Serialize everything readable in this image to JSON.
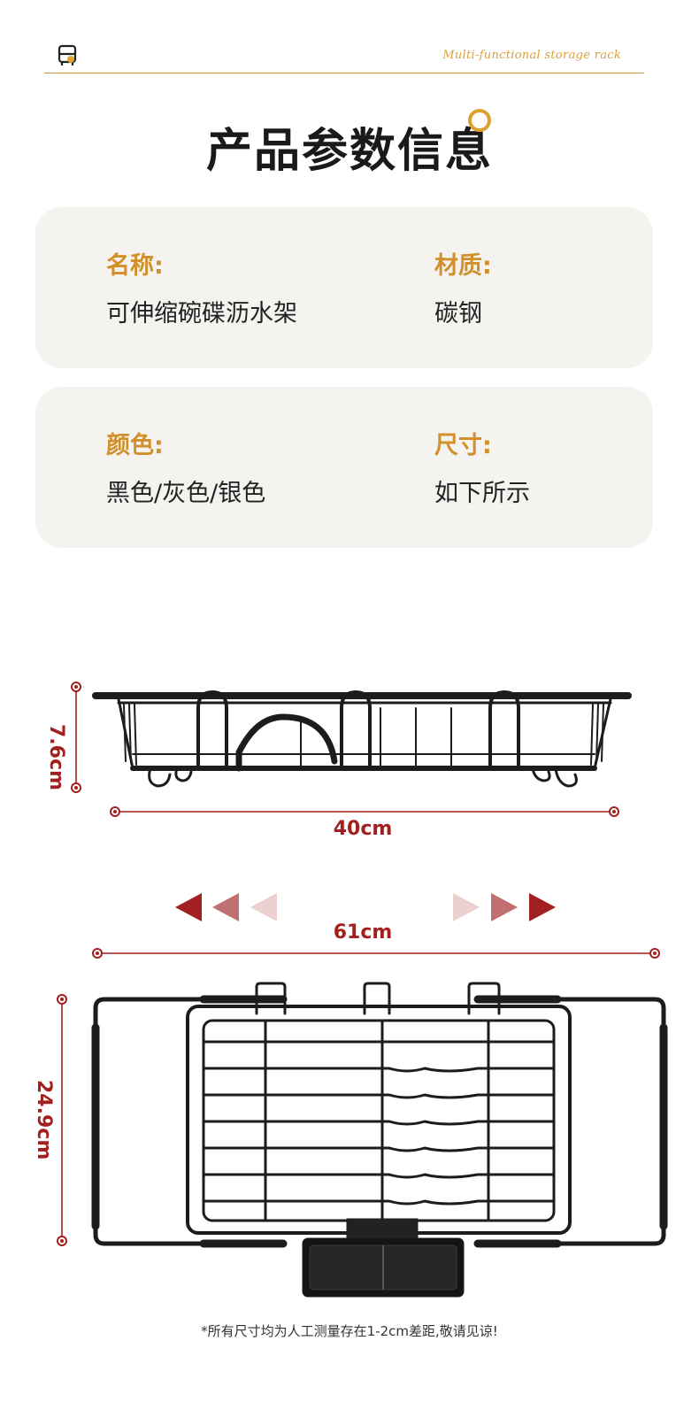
{
  "header": {
    "logo_icon": "rack-logo-icon",
    "tagline": "Multi-functional storage rack",
    "accent_color": "#c9923a"
  },
  "title": "产品参数信息",
  "specs": {
    "name_label": "名称:",
    "name_value": "可伸缩碗碟沥水架",
    "material_label": "材质:",
    "material_value": "碳钢",
    "color_label": "颜色:",
    "color_value": "黑色/灰色/银色",
    "size_label": "尺寸:",
    "size_value": "如下所示",
    "label_color": "#d1902b"
  },
  "dimensions": {
    "height": "7.6cm",
    "width": "40cm",
    "extended_width": "61cm",
    "depth": "24.9cm",
    "dimension_color": "#a2201f"
  },
  "note": "*所有尺寸均为人工测量存在1-2cm差距,敬请见谅!"
}
